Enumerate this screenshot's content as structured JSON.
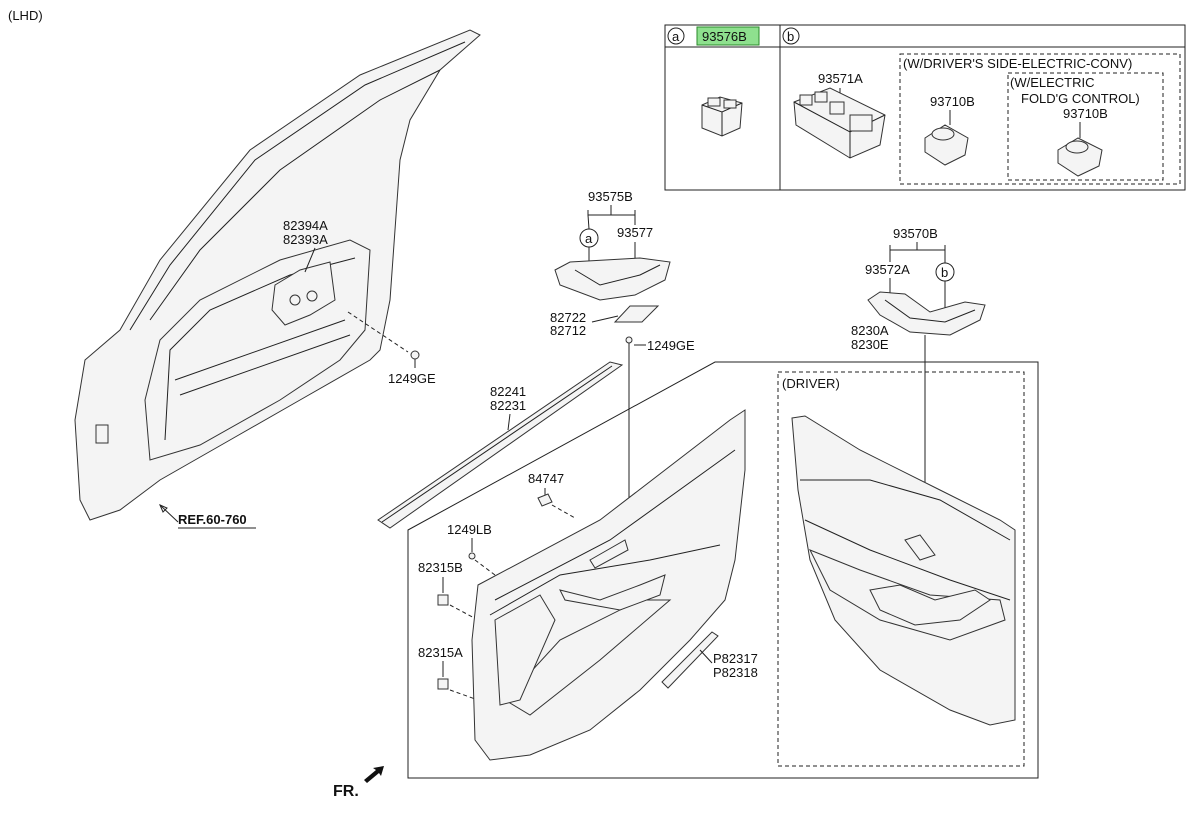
{
  "variant_label": "(LHD)",
  "legend": {
    "a_marker": "a",
    "a_part": "93576B",
    "b_marker": "b",
    "b_part_switch": "93571A",
    "b_option_title": "(W/DRIVER'S SIDE-ELECTRIC-CONV)",
    "b_option_part": "93710B",
    "b_suboption_title_line1": "(W/ELECTRIC",
    "b_suboption_title_line2": "FOLD'G CONTROL)",
    "b_suboption_part": "93710B"
  },
  "labels": {
    "p82394A": "82394A",
    "p82393A": "82393A",
    "p1249GE_left": "1249GE",
    "ref": "REF.60-760",
    "p93575B": "93575B",
    "p93577": "93577",
    "marker_a": "a",
    "p82722": "82722",
    "p82712": "82712",
    "p1249GE_mid": "1249GE",
    "p82241": "82241",
    "p82231": "82231",
    "p84747": "84747",
    "p1249LB": "1249LB",
    "p82315B": "82315B",
    "p82315A": "82315A",
    "pP82317": "P82317",
    "pP82318": "P82318",
    "p93570B": "93570B",
    "p93572A": "93572A",
    "marker_b": "b",
    "p8230A": "8230A",
    "p8230E": "8230E",
    "driver": "(DRIVER)",
    "fr": "FR."
  }
}
